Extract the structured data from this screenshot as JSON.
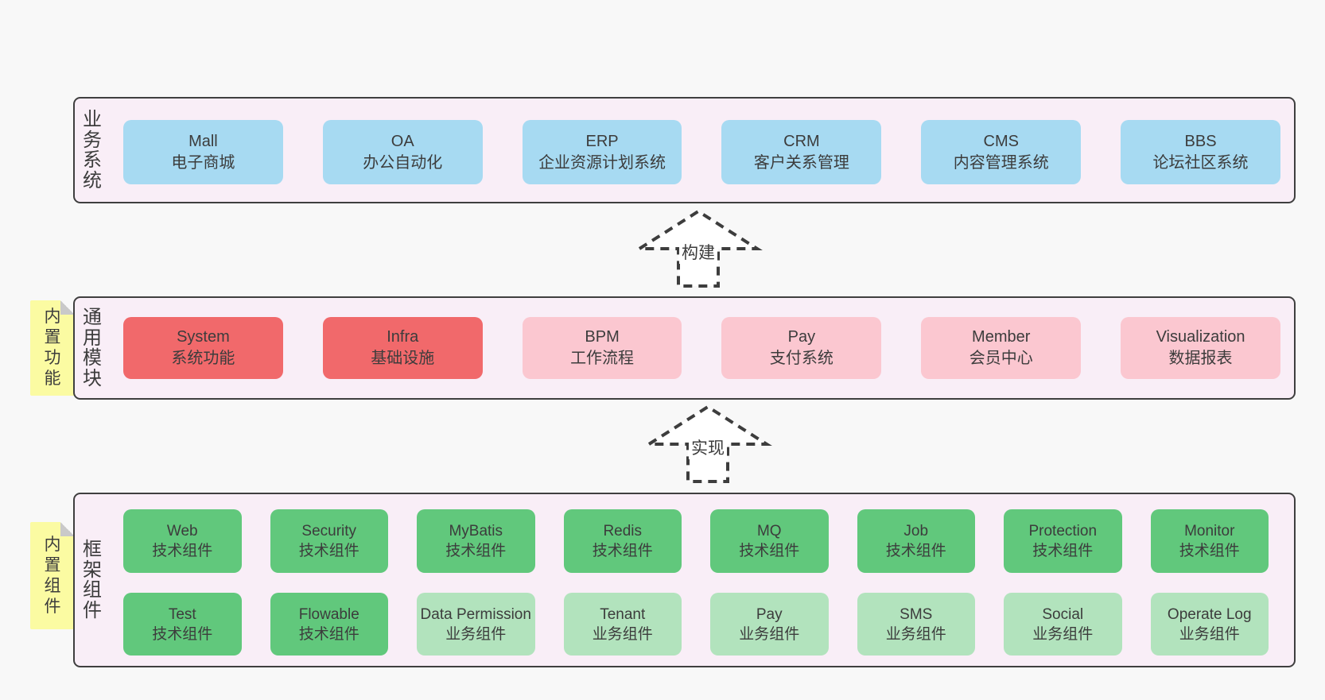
{
  "colors": {
    "page_bg": "#f8f8f8",
    "layer_bg": "#f9eef7",
    "layer_border": "#3f3f3f",
    "blue": "#a7daf2",
    "red": "#f1696b",
    "pink": "#fbc7d0",
    "green": "#61c87c",
    "light_green": "#b2e3bd",
    "sticky_yellow": "#fbfba2",
    "sticky_fold": "#c9c9c9",
    "text": "#3c3c3c",
    "arrow": "#3d3d3d"
  },
  "layers": {
    "business": {
      "side_label": "业务系统",
      "boxes": [
        {
          "en": "Mall",
          "zh": "电子商城"
        },
        {
          "en": "OA",
          "zh": "办公自动化"
        },
        {
          "en": "ERP",
          "zh": "企业资源计划系统"
        },
        {
          "en": "CRM",
          "zh": "客户关系管理"
        },
        {
          "en": "CMS",
          "zh": "内容管理系统"
        },
        {
          "en": "BBS",
          "zh": "论坛社区系统"
        }
      ]
    },
    "modules": {
      "side_label": "通用模块",
      "sticky_label": "内置功能",
      "boxes": [
        {
          "en": "System",
          "zh": "系统功能"
        },
        {
          "en": "Infra",
          "zh": "基础设施"
        },
        {
          "en": "BPM",
          "zh": "工作流程"
        },
        {
          "en": "Pay",
          "zh": "支付系统"
        },
        {
          "en": "Member",
          "zh": "会员中心"
        },
        {
          "en": "Visualization",
          "zh": "数据报表"
        }
      ]
    },
    "components": {
      "side_label": "框架组件",
      "sticky_label": "内置组件",
      "row1": [
        {
          "en": "Web",
          "zh": "技术组件"
        },
        {
          "en": "Security",
          "zh": "技术组件"
        },
        {
          "en": "MyBatis",
          "zh": "技术组件"
        },
        {
          "en": "Redis",
          "zh": "技术组件"
        },
        {
          "en": "MQ",
          "zh": "技术组件"
        },
        {
          "en": "Job",
          "zh": "技术组件"
        },
        {
          "en": "Protection",
          "zh": "技术组件"
        },
        {
          "en": "Monitor",
          "zh": "技术组件"
        }
      ],
      "row2": [
        {
          "en": "Test",
          "zh": "技术组件"
        },
        {
          "en": "Flowable",
          "zh": "技术组件"
        },
        {
          "en": "Data Permission",
          "zh": "业务组件"
        },
        {
          "en": "Tenant",
          "zh": "业务组件"
        },
        {
          "en": "Pay",
          "zh": "业务组件"
        },
        {
          "en": "SMS",
          "zh": "业务组件"
        },
        {
          "en": "Social",
          "zh": "业务组件"
        },
        {
          "en": "Operate Log",
          "zh": "业务组件"
        }
      ]
    }
  },
  "arrows": [
    {
      "label": "构建"
    },
    {
      "label": "实现"
    }
  ]
}
